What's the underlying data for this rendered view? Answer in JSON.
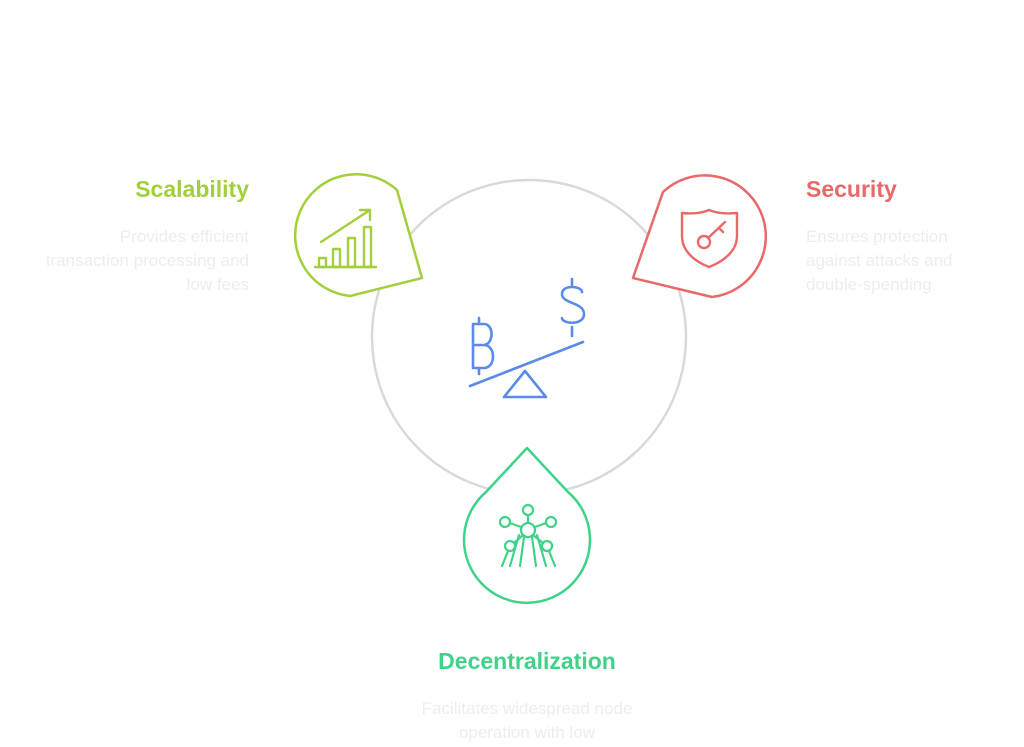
{
  "colors": {
    "scalability": "#a3cf3c",
    "security": "#e96868",
    "decentralization": "#3fd389",
    "center": "#5b8be8",
    "ring": "#d9d9d9",
    "description": "#ededed"
  },
  "center": {
    "icon": "crypto-balance-icon"
  },
  "scalability": {
    "title": "Scalability",
    "description": "Provides efficient transaction processing and low fees",
    "icon": "growth-chart-icon"
  },
  "security": {
    "title": "Security",
    "description": "Ensures protection against attacks and double-spending",
    "icon": "shield-key-icon"
  },
  "decentralization": {
    "title": "Decentralization",
    "description": "Facilitates widespread node operation with low",
    "icon": "node-network-icon"
  }
}
